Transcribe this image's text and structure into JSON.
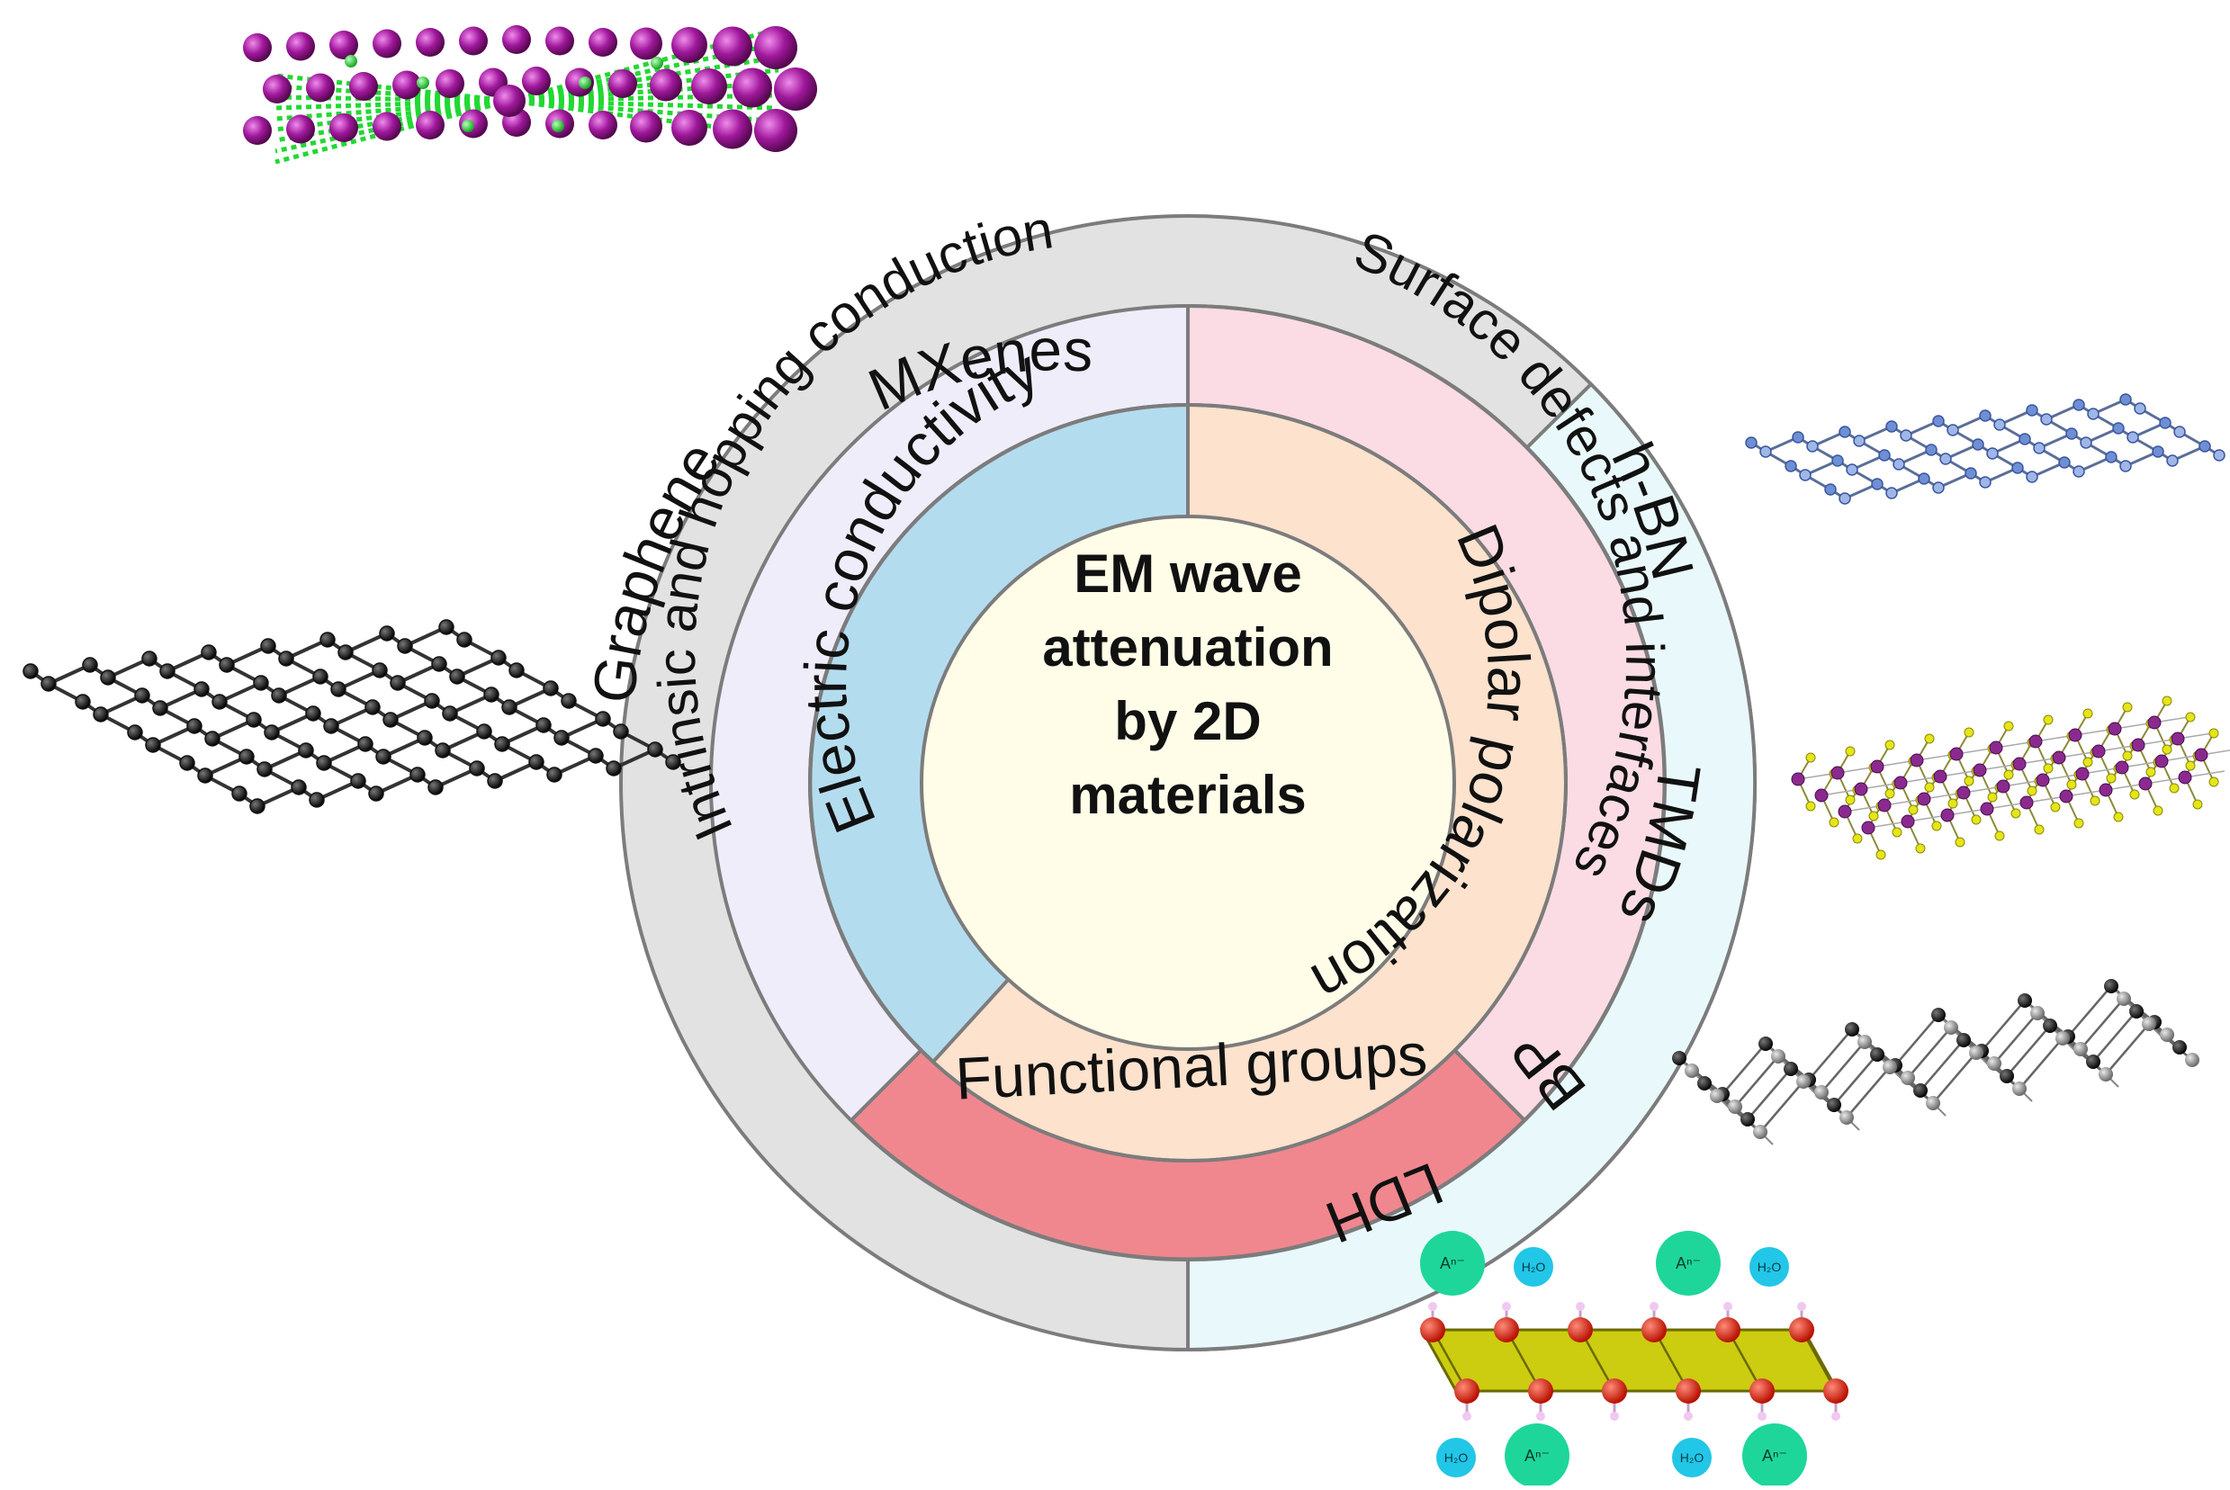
{
  "center": {
    "lines": [
      "EM wave",
      "attenuation",
      "by 2D",
      "materials"
    ]
  },
  "outer_ring": {
    "graphene": "Graphene",
    "mxenes": "MXenes",
    "hbn": "h-BN",
    "tmds": "TMDs",
    "bp": "BP",
    "ldh": "LDH"
  },
  "middle_ring": {
    "hopping": "Intrinsic and  hopping conduction",
    "defects": "Surface defects and interfaces",
    "functional": "Functional groups"
  },
  "inner_ring": {
    "conductivity": "Electric conductivity",
    "dipolar": "Dipolar polarization"
  },
  "ldh_structure": {
    "anion_label": "Aⁿ⁻",
    "water_label": "H₂O"
  },
  "colors": {
    "outer_gray": "#e2e2e2",
    "outer_cyan": "#e9f9fb",
    "middle_lavender": "#efedfa",
    "middle_pink": "#fcdce4",
    "functional_red": "#f0878e",
    "conductivity_blue": "#b4dcef",
    "dipolar_peach": "#fde2cd",
    "center_cream": "#fffde8",
    "mxene_purple": "#a0189c",
    "mxene_green": "#22d833",
    "hbn_blue": "#6f8fd4",
    "tmd_purple": "#8a2a8e",
    "tmd_yellow": "#e5e51a",
    "ldh_red": "#e02010",
    "ldh_yellow": "#cccc10",
    "ldh_anion": "#1ed69a",
    "ldh_water": "#22c6e6"
  }
}
